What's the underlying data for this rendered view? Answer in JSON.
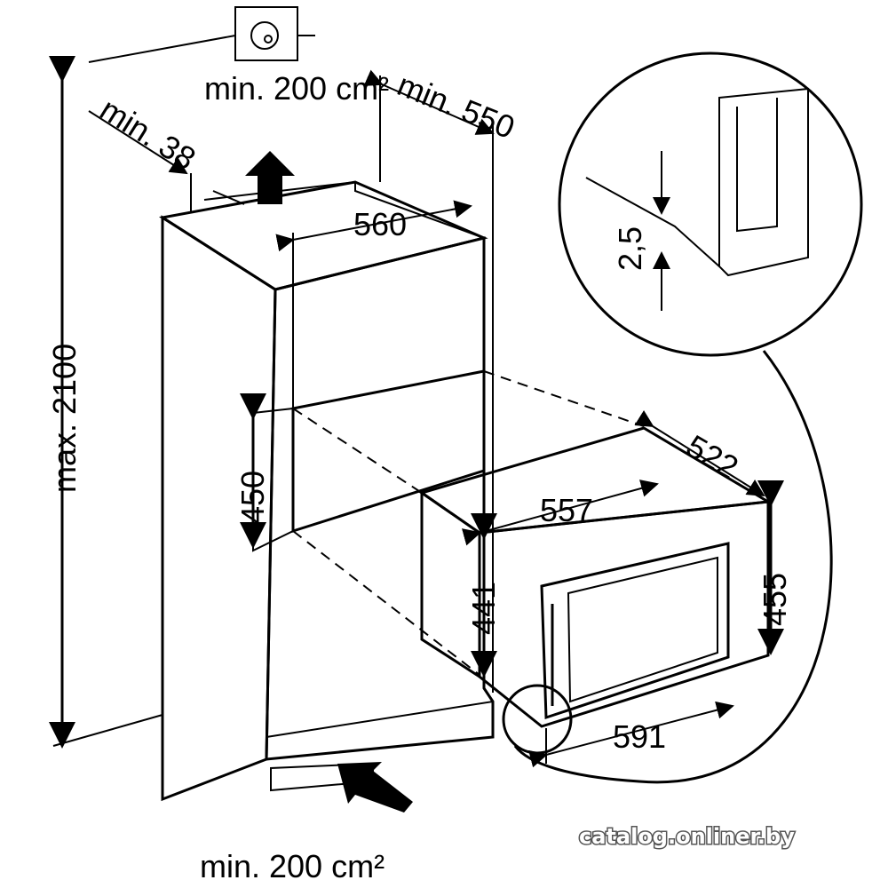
{
  "labels": {
    "top_clearance": "min. 38",
    "top_vent": "min. 200 cm²",
    "depth_min": "min. 550",
    "niche_width": "560",
    "max_height": "max. 2100",
    "niche_height": "450",
    "appliance_width": "557",
    "appliance_depth": "522",
    "appliance_height_inner": "441",
    "appliance_height": "455",
    "front_width": "591",
    "gap": "2,5",
    "bottom_vent": "min. 200 cm²"
  },
  "watermark": "catalog.onliner.by",
  "colors": {
    "cabinet": "#dcdcdc",
    "niche": "#c4c4c4",
    "line": "#000000"
  }
}
